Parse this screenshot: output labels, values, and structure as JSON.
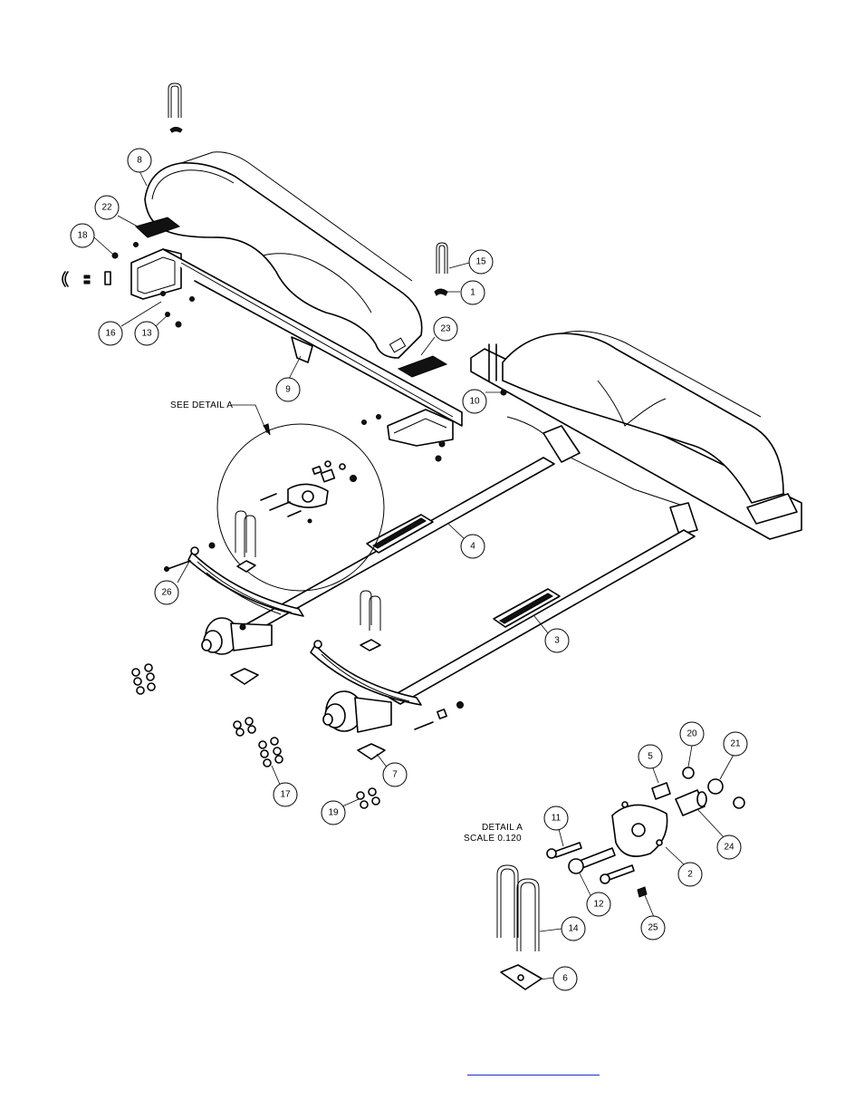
{
  "diagram": {
    "labels": {
      "see_detail": "SEE DETAIL  A",
      "detail_title": "DETAIL  A",
      "detail_scale": "SCALE  0.120"
    },
    "balloons": [
      "1",
      "2",
      "3",
      "4",
      "5",
      "6",
      "7",
      "8",
      "9",
      "10",
      "11",
      "12",
      "13",
      "14",
      "15",
      "16",
      "17",
      "18",
      "19",
      "20",
      "21",
      "22",
      "23",
      "24",
      "25",
      "26"
    ],
    "colors": {
      "ink": "#000000",
      "paper": "#ffffff",
      "link": "#1a2fd0"
    }
  }
}
